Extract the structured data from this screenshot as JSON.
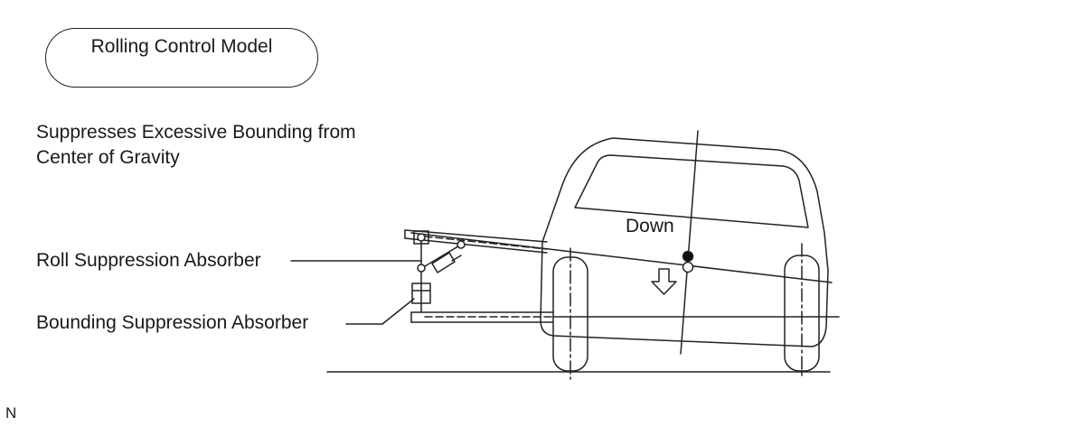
{
  "title": "Rolling Control Model",
  "description": [
    "Suppresses Excessive Bounding from",
    "Center of Gravity"
  ],
  "labels": {
    "roll_absorber": "Roll Suppression Absorber",
    "bounding_absorber": "Bounding Suppression Absorber",
    "down": "Down"
  },
  "corner_mark": "N"
}
